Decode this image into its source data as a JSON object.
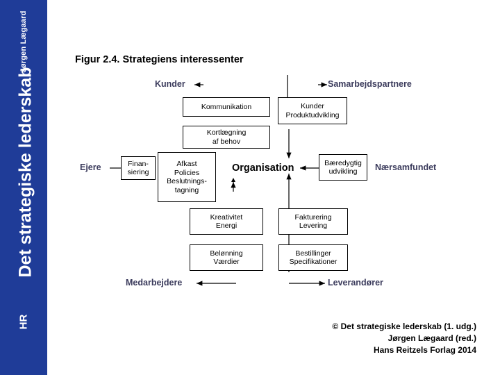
{
  "sidebar": {
    "author": "Jørgen Lægaard",
    "book_title": "Det strategiske lederskab",
    "publisher": "HR",
    "background_color": "#1f3c98"
  },
  "figure": {
    "title": "Figur 2.4. Strategiens interessenter",
    "center_label": "Organisation",
    "stakeholders": [
      {
        "name": "kunder",
        "label": "Kunder"
      },
      {
        "name": "samarbejdspartnere",
        "label": "Samarbejdspartnere"
      },
      {
        "name": "ejere",
        "label": "Ejere"
      },
      {
        "name": "naersamfundet",
        "label": "Nærsamfundet"
      },
      {
        "name": "medarbejdere",
        "label": "Medarbejdere"
      },
      {
        "name": "leverandorer",
        "label": "Leverandører"
      }
    ],
    "boxes": [
      {
        "name": "kommunikation",
        "lines": [
          "Kommunikation"
        ]
      },
      {
        "name": "kortlaegning-af-behov",
        "lines": [
          "Kortlægning",
          "af behov"
        ]
      },
      {
        "name": "kunder-produktudvikling",
        "lines": [
          "Kunder",
          "Produktudvikling"
        ]
      },
      {
        "name": "finansiering",
        "lines": [
          "Finan-",
          "siering"
        ]
      },
      {
        "name": "arkast-policies-beslutningstagning",
        "lines": [
          "Afkast",
          "Policies",
          "Beslutnings-",
          "tagning"
        ]
      },
      {
        "name": "baeredygtig-udvikling",
        "lines": [
          "Bæredygtig",
          "udvikling"
        ]
      },
      {
        "name": "kreativitet-energi",
        "lines": [
          "Kreativitet",
          "Energi"
        ]
      },
      {
        "name": "belonning-vaerdier",
        "lines": [
          "Belønning",
          "Værdier"
        ]
      },
      {
        "name": "fakturering-levering",
        "lines": [
          "Fakturering",
          "Levering"
        ]
      },
      {
        "name": "bestillinger-specifikationer",
        "lines": [
          "Bestillinger",
          "Specifikationer"
        ]
      }
    ]
  },
  "copyright": {
    "line1": "© Det strategiske lederskab (1. udg.)",
    "line2": "Jørgen Lægaard (red.)",
    "line3": "Hans Reitzels Forlag 2014"
  }
}
